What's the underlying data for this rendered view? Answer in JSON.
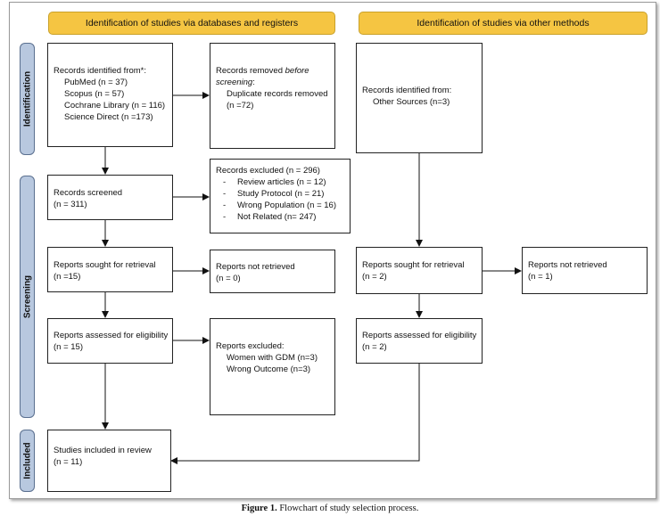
{
  "headers": {
    "left": "Identification of studies via databases and registers",
    "right": "Identification of studies via other methods"
  },
  "phases": {
    "identification": "Identification",
    "screening": "Screening",
    "included": "Included"
  },
  "left": {
    "identified": {
      "title": "Records identified from*:",
      "items": [
        "PubMed (n = 37)",
        "Scopus (n = 57)",
        "Cochrane Library (n = 116)",
        "Science Direct (n =173)"
      ]
    },
    "removed": {
      "title_a": "Records removed ",
      "title_b": "before",
      "title_c": "screening",
      "title_d": ":",
      "items": [
        "Duplicate records removed",
        "(n =72)"
      ]
    },
    "screened": {
      "title": "Records screened",
      "count": "(n = 311)"
    },
    "excluded": {
      "title": "Records excluded (n = 296)",
      "items": [
        "Review articles (n = 12)",
        "Study Protocol (n = 21)",
        "Wrong Population (n = 16)",
        "Not Related (n= 247)"
      ]
    },
    "sought": {
      "title": "Reports sought for retrieval",
      "count": "(n =15)"
    },
    "not_retrieved": {
      "title": "Reports not retrieved",
      "count": "(n = 0)"
    },
    "assessed": {
      "title": "Reports assessed for eligibility",
      "count": "(n = 15)"
    },
    "reports_excluded": {
      "title": "Reports excluded:",
      "items": [
        "Women with GDM (n=3)",
        "Wrong Outcome (n=3)"
      ]
    },
    "included": {
      "title": "Studies included in review",
      "count": "(n = 11)"
    }
  },
  "right": {
    "identified": {
      "title": "Records identified from:",
      "item": "Other Sources (n=3)"
    },
    "sought": {
      "title": "Reports sought for retrieval",
      "count": "(n = 2)"
    },
    "not_retrieved": {
      "title": "Reports not retrieved",
      "count": "(n = 1)"
    },
    "assessed": {
      "title": "Reports assessed for eligibility",
      "count": "(n = 2)"
    }
  },
  "caption": {
    "label": "Figure 1.",
    "text": " Flowchart of study selection process."
  },
  "colors": {
    "header": "#f5c542",
    "phase": "#b8c8df"
  }
}
